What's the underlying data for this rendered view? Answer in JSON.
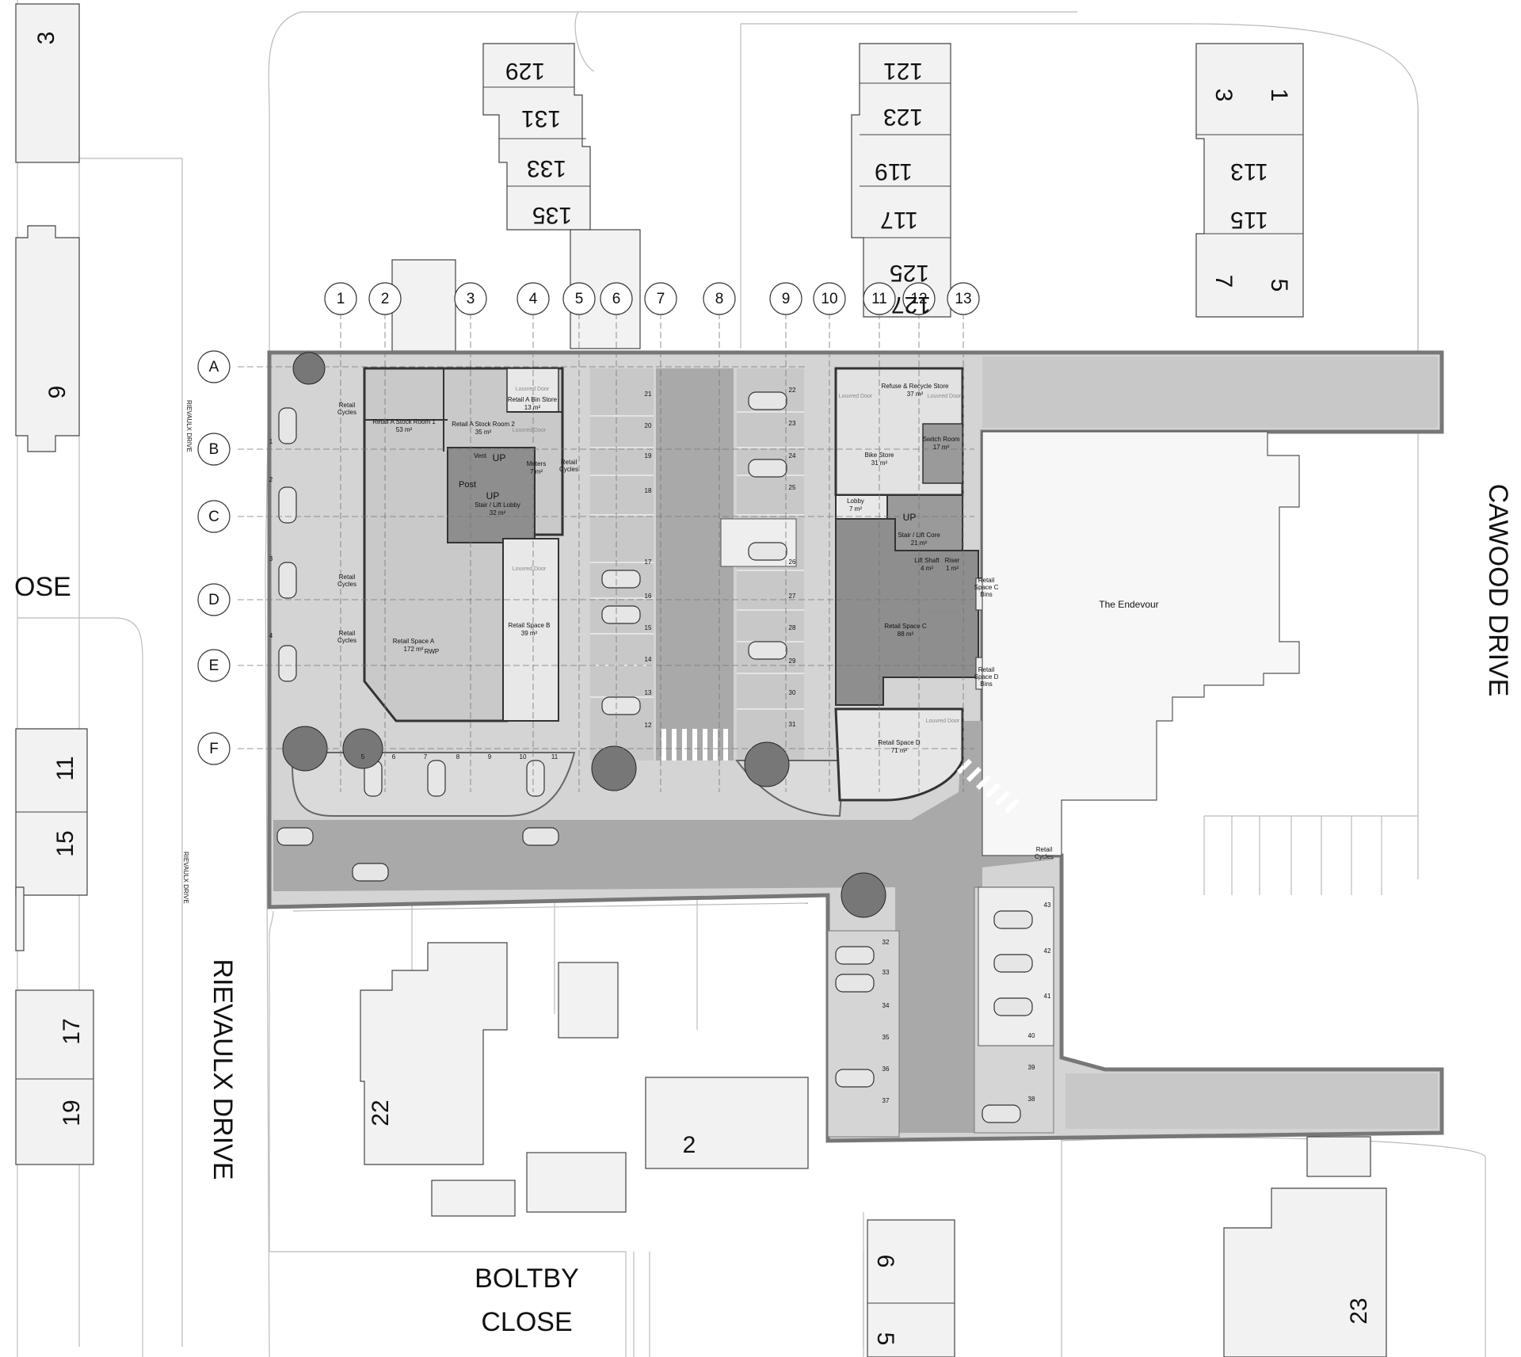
{
  "roads": {
    "rievaulx_drive": "RIEVAULX DRIVE",
    "cawood_drive": "CAWOOD DRIVE",
    "boltby_close_1": "BOLTBY",
    "boltby_close_2": "CLOSE",
    "ose": "OSE",
    "small_rievaulx_1": "RIEVAULX DRIVE",
    "small_rievaulx_2": "RIEVAULX DRIVE"
  },
  "house_numbers": {
    "h3": "3",
    "h9": "9",
    "h11": "11",
    "h15": "15",
    "h17": "17",
    "h19": "19",
    "h22": "22",
    "h2": "2",
    "h6": "6",
    "h5": "5",
    "h23": "23",
    "h129": "129",
    "h131": "131",
    "h133": "133",
    "h135": "135",
    "h121": "121",
    "h123": "123",
    "h119": "119",
    "h117": "117",
    "h125": "125",
    "h127": "127",
    "h3b": "3",
    "h1": "1",
    "h113": "113",
    "h115": "115",
    "h7": "7",
    "h5b": "5"
  },
  "grid": {
    "columns": [
      "1",
      "2",
      "3",
      "4",
      "5",
      "6",
      "7",
      "8",
      "9",
      "10",
      "11",
      "12",
      "13"
    ],
    "rows": [
      "A",
      "B",
      "C",
      "D",
      "E",
      "F"
    ]
  },
  "rooms": {
    "stock1": "Retail A Stock Room 1",
    "stock1_area": "53 m²",
    "stock2": "Retail A Stock Room 2",
    "stock2_area": "35 m²",
    "bin_store": "Retail A Bin Store",
    "bin_store_area": "13 m²",
    "vent": "Vent",
    "meters": "Meters",
    "meters_area": "7 m²",
    "post": "Post",
    "stair_lobby": "Stair / Lift Lobby",
    "stair_lobby_area": "32 m²",
    "up1": "UP",
    "up2": "UP",
    "up3": "UP",
    "retail_a": "Retail Space A",
    "retail_a_area": "172 m²",
    "rwp": "RWP",
    "retail_b": "Retail Space B",
    "retail_b_area": "39 m²",
    "refuse": "Refuse & Recycle Store",
    "refuse_area": "37 m²",
    "bike": "Bike Store",
    "bike_area": "31 m²",
    "switch": "Switch Room",
    "switch_area": "17 m²",
    "lobby": "Lobby",
    "lobby_area": "7 m²",
    "stair_core": "Stair / Lift Core",
    "stair_core_area": "21 m²",
    "lift_shaft": "Lift Shaft",
    "lift_shaft_area": "4 m²",
    "riser": "Riser",
    "riser_area": "1 m²",
    "retail_c": "Retail Space C",
    "retail_c_area": "88 m²",
    "retail_d": "Retail Space D",
    "retail_d_area": "71 m²",
    "retail_c_bins_1": "Retail",
    "retail_c_bins_2": "Space C",
    "retail_c_bins_3": "Bins",
    "retail_d_bins_1": "Retail",
    "retail_d_bins_2": "Space D",
    "retail_d_bins_3": "Bins",
    "the_endevour": "The Endevour"
  },
  "doors": {
    "louvred": "Louvred Door"
  },
  "cycles": {
    "retail": "Retail",
    "cycles": "Cycles"
  },
  "bays": {
    "west_row": [
      "1",
      "2",
      "3",
      "4"
    ],
    "south_row": [
      "5",
      "6",
      "7",
      "8",
      "9",
      "10",
      "11"
    ],
    "col_a": [
      "21",
      "20",
      "19",
      "18",
      "17",
      "16",
      "15",
      "14",
      "13",
      "12"
    ],
    "col_b": [
      "22",
      "23",
      "24",
      "25",
      "26",
      "27",
      "28",
      "29",
      "30",
      "31"
    ],
    "south_block": [
      "32",
      "33",
      "34",
      "35",
      "36",
      "37"
    ],
    "east_block": [
      "43",
      "42",
      "41",
      "40",
      "39",
      "38"
    ]
  },
  "colors": {
    "site_boundary": "#777777",
    "tarmac": "#a9a9a9",
    "paving": "#c8c8c8",
    "building": "#f2f2f2"
  }
}
